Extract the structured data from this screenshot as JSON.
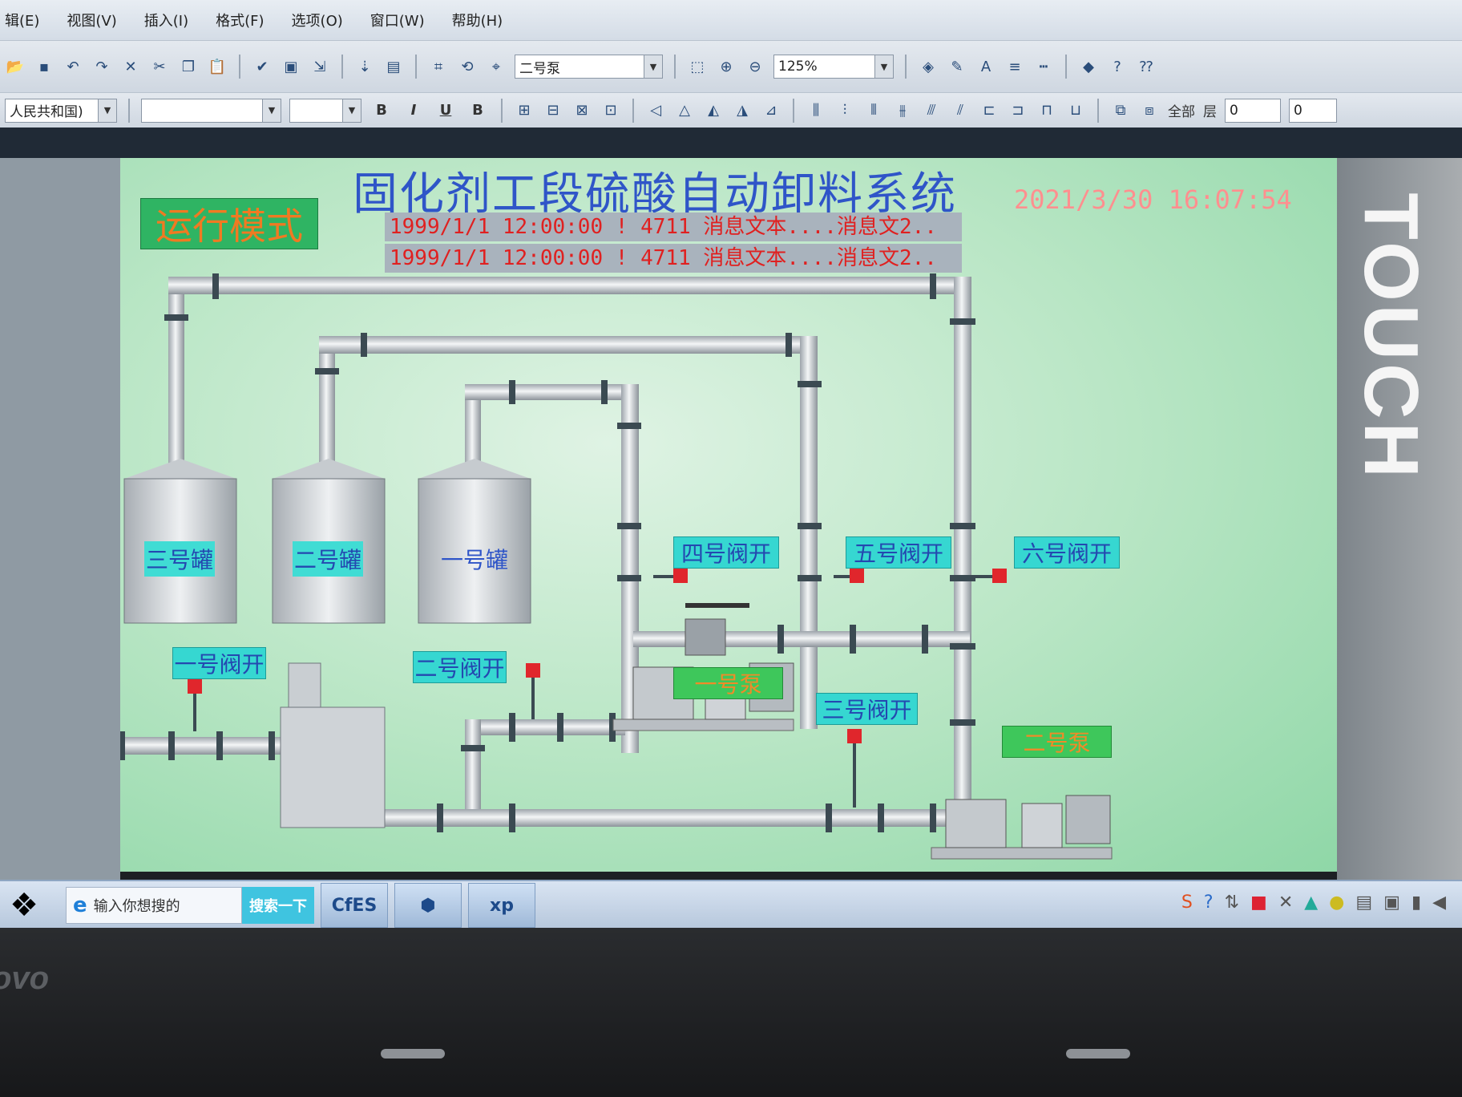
{
  "menu": [
    "辑(E)",
    "视图(V)",
    "插入(I)",
    "格式(F)",
    "选项(O)",
    "窗口(W)",
    "帮助(H)"
  ],
  "toolbar": {
    "object_combo": "二号泵",
    "zoom_combo": "125%",
    "font_combo": "人民共和国)",
    "bold": "B",
    "italic": "I",
    "underline": "U",
    "bold2": "B",
    "all_label": "全部",
    "layer_label": "层",
    "layer_value": "0",
    "layer_value2": "0"
  },
  "scada": {
    "title": "固化剂工段硫酸自动卸料系统",
    "datetime": "2021/3/30 16:07:54",
    "mode": "运行模式",
    "alarms": [
      "1999/1/1 12:00:00 ! 4711 消息文本....消息文2..",
      "1999/1/1 12:00:00 ! 4711 消息文本....消息文2.."
    ],
    "tanks": [
      "三号罐",
      "二号罐",
      "一号罐"
    ],
    "valves": {
      "v1": "一号阀开",
      "v2": "二号阀开",
      "v3": "三号阀开",
      "v4": "四号阀开",
      "v5": "五号阀开",
      "v6": "六号阀开"
    },
    "pumps": {
      "p1": "一号泵",
      "p2": "二号泵"
    },
    "colors": {
      "pipe": "#dfe3e6",
      "valve_red": "#e0262c",
      "label_cyan": "#36d7d1",
      "label_green": "#3ec75b",
      "title_blue": "#2f55c8"
    }
  },
  "side_brand": "TOUCH",
  "taskbar": {
    "search_placeholder": "输入你想搜的",
    "search_button": "搜索一下",
    "apps": [
      "CfES",
      "⬢",
      "xp"
    ]
  },
  "laptop_brand": "ovo"
}
